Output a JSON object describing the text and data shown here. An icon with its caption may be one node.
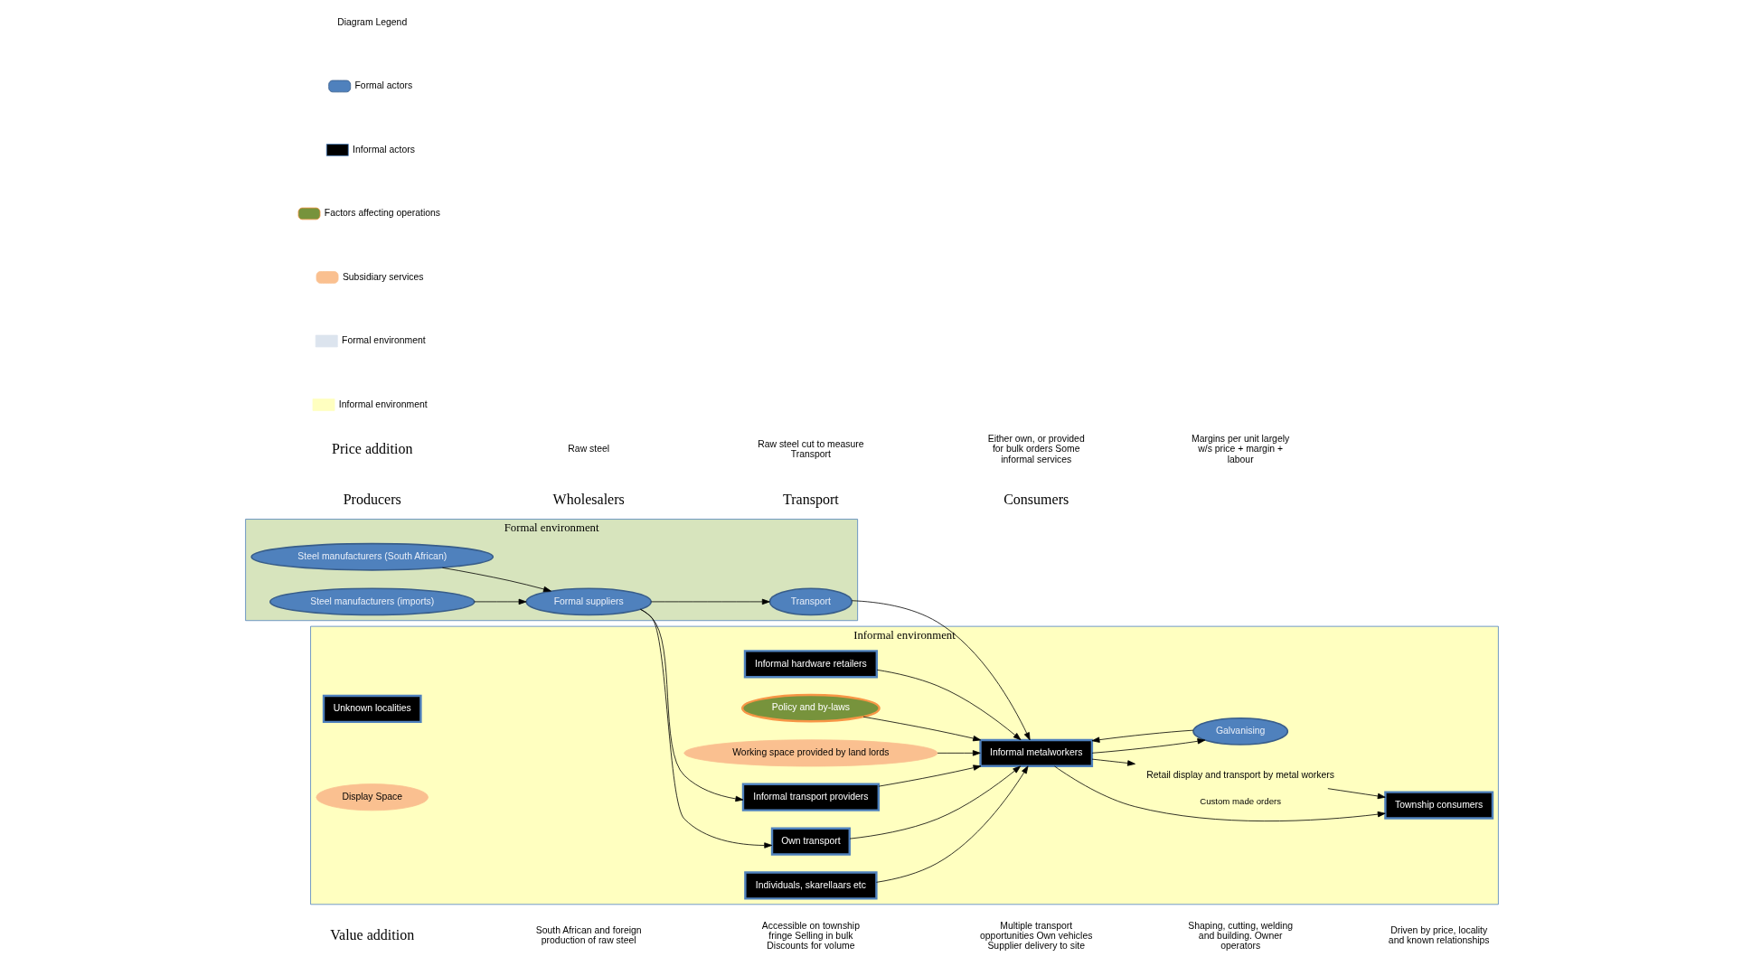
{
  "diagram": {
    "nodes": [
      {
        "text": [
          "Formal environment"
        ]
      },
      {
        "text": [
          "Steel manufacturers (South African)"
        ],
        "in": 0
      },
      {
        "text": [
          "Steel manufacturers (imports)"
        ],
        "in": 0
      },
      {
        "text": [
          "Formal suppliers"
        ],
        "in": 0
      },
      {
        "text": [
          "Transport"
        ],
        "in": 0
      },
      {
        "text": [
          "Informal environment"
        ]
      },
      {
        "text": [
          "Informal hardware retailers"
        ],
        "in": 5
      },
      {
        "text": [
          "Policy and by-laws"
        ],
        "in": 5
      },
      {
        "text": [
          "Working space provided by land lords"
        ],
        "in": 5
      },
      {
        "text": [
          "Informal transport providers"
        ],
        "in": 5
      },
      {
        "text": [
          "Informal metalworkers"
        ],
        "in": 5
      },
      {
        "text": [
          "Township consumers"
        ],
        "in": 5
      },
      {
        "text": [
          "Own transport"
        ],
        "in": 5
      },
      {
        "text": [
          "Retail display and transport by metal workers"
        ],
        "in": 5
      },
      {
        "text": [
          "Unknown localities"
        ],
        "in": 5
      },
      {
        "text": [
          "Individuals, skarellaars etc"
        ],
        "in": 5
      },
      {
        "text": [
          "Display Space"
        ],
        "in": 5
      },
      {
        "text": [
          "Galvanising"
        ],
        "in": 5
      }
    ],
    "edges": [
      {
        "from": 1,
        "to": 3,
        "arrow": "to"
      },
      {
        "from": 2,
        "to": 3,
        "arrow": "to"
      },
      {
        "from": 3,
        "to": 4,
        "arrow": "to"
      },
      {
        "from": 4,
        "to": 10,
        "arrow": "to"
      },
      {
        "from": 6,
        "to": 10,
        "arrow": "to"
      },
      {
        "from": 7,
        "to": 10,
        "arrow": "to"
      },
      {
        "from": 8,
        "to": 10,
        "arrow": "to"
      },
      {
        "from": 3,
        "to": 9,
        "arrow": "to"
      },
      {
        "from": 3,
        "to": 12,
        "arrow": "to"
      },
      {
        "from": 9,
        "to": 10,
        "arrow": "to"
      },
      {
        "from": 12,
        "to": 10,
        "arrow": "to"
      },
      {
        "from": 15,
        "to": 10,
        "arrow": "to"
      },
      {
        "from": 10,
        "to": 17,
        "arrow": "to"
      },
      {
        "from": 17,
        "to": 10,
        "arrow": "to"
      },
      {
        "from": 10,
        "to": 11,
        "arrow": "to",
        "label": "Custom made orders"
      },
      {
        "from": 10,
        "to": 13,
        "arrow": "to"
      },
      {
        "from": 13,
        "to": 11,
        "arrow": "to"
      }
    ],
    "labels": [
      "Value addition",
      "South African and foreign production of raw steel",
      "Accessible on township fringe Selling in bulk Discounts for volume",
      "Multiple transport opportunities Own vehicles Supplier delivery to site",
      "Shaping, cutting, welding and building. Owner operators",
      "Driven by price, locality and known relationships",
      "Producers",
      "Wholesalers",
      "Transport",
      "Consumers",
      "Price addition",
      "Raw steel",
      "Raw steel cut to measure Transport",
      "Either own, or provided for bulk orders Some informal services",
      "Margins per unit largely w/s price + margin + labour",
      "Diagram Legend"
    ],
    "legend": [
      {
        "text": "Formal actors"
      },
      {
        "text": "Informal actors"
      },
      {
        "text": "Factors affecting operations"
      },
      {
        "text": "Subsidiary services"
      },
      {
        "text": "Formal environment",
        "color": "#dce4ee"
      },
      {
        "text": "Informal environment",
        "color": "#ffffc0"
      }
    ]
  }
}
